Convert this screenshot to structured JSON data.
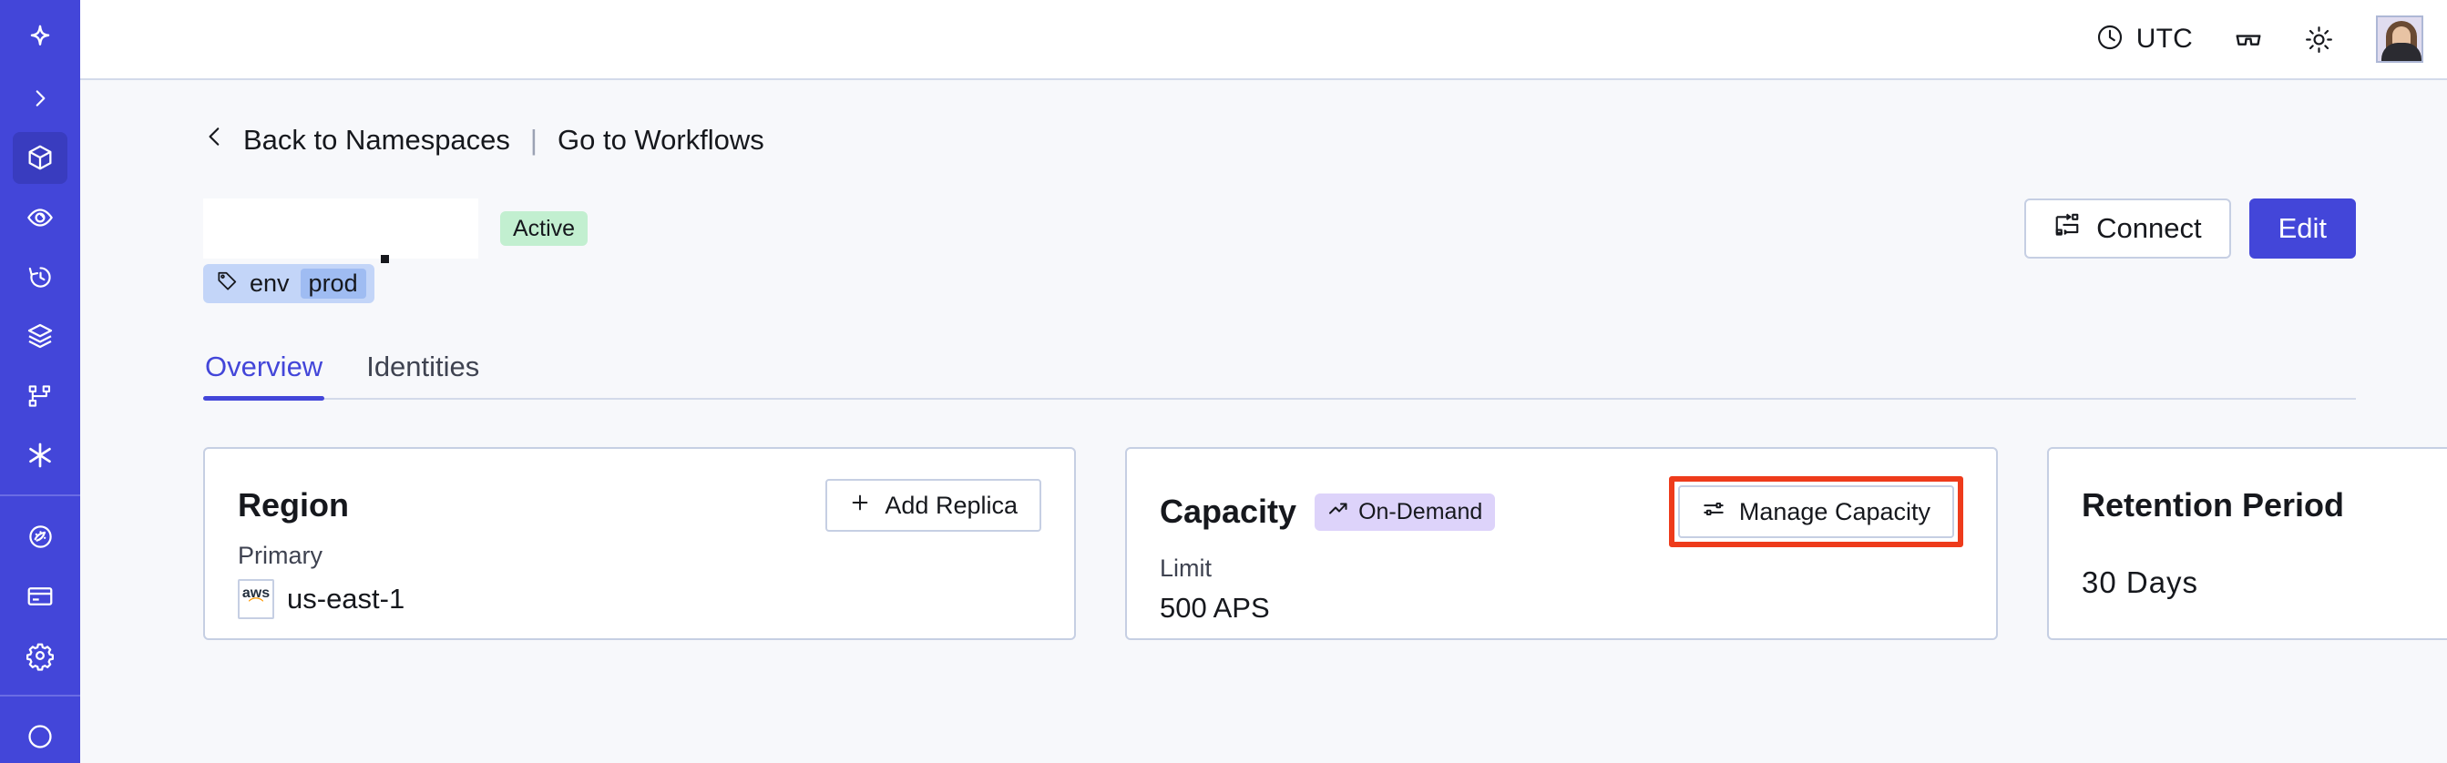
{
  "sidebar": {
    "logo_icon": "four-point-star-logo",
    "items": [
      {
        "name": "expand-rail",
        "icon": "chevron-right-icon",
        "active": false
      },
      {
        "name": "namespaces",
        "icon": "cube-icon",
        "active": true
      },
      {
        "name": "observability",
        "icon": "eye-icon",
        "active": false
      },
      {
        "name": "history",
        "icon": "clock-rewind-icon",
        "active": false
      },
      {
        "name": "layers",
        "icon": "layers-icon",
        "active": false
      },
      {
        "name": "workflows",
        "icon": "workflow-branch-icon",
        "active": false
      },
      {
        "name": "integrations",
        "icon": "asterisk-icon",
        "active": false
      },
      {
        "name": "usage",
        "icon": "gauge-icon",
        "active": false
      },
      {
        "name": "billing",
        "icon": "credit-card-icon",
        "active": false
      },
      {
        "name": "settings",
        "icon": "gear-icon",
        "active": false
      },
      {
        "name": "help",
        "icon": "help-circle-icon",
        "active": false
      }
    ]
  },
  "topbar": {
    "timezone_label": "UTC",
    "timezone_icon": "clock-icon",
    "reading_icon": "glasses-icon",
    "theme_icon": "sun-icon",
    "avatar_alt": "user-avatar"
  },
  "breadcrumb": {
    "back_icon": "chevron-left-icon",
    "back_label": "Back to Namespaces",
    "separator": "|",
    "forward_label": "Go to Workflows"
  },
  "header": {
    "namespace_title": "",
    "status_badge": "Active",
    "tag": {
      "icon": "tag-icon",
      "key": "env",
      "value": "prod"
    },
    "connect_label": "Connect",
    "connect_icon": "connect-nodes-icon",
    "edit_label": "Edit"
  },
  "tabs": [
    {
      "label": "Overview",
      "active": true
    },
    {
      "label": "Identities",
      "active": false
    }
  ],
  "cards": {
    "region": {
      "title": "Region",
      "action_label": "Add Replica",
      "action_icon": "plus-icon",
      "sub_label": "Primary",
      "provider_icon": "aws-logo-icon",
      "value": "us-east-1"
    },
    "capacity": {
      "title": "Capacity",
      "pill_label": "On-Demand",
      "pill_icon": "trending-up-icon",
      "action_label": "Manage Capacity",
      "action_icon": "sliders-icon",
      "sub_label": "Limit",
      "value": "500 APS",
      "highlight_color": "#EE3B1B"
    },
    "retention": {
      "title": "Retention Period",
      "value": "30 Days"
    }
  },
  "colors": {
    "brand": "#4346D9",
    "sidebar": "#4346D9",
    "sidebar_active": "#393CBF",
    "page_bg": "#F7F8FB",
    "card_border": "#C6CFE3",
    "status_green": "#C2EFD0",
    "tag_blue": "#C3D5F8",
    "tag_value_blue": "#9FBCF2",
    "pill_purple": "#DDD3FA",
    "annotation_red": "#EE3B1B"
  }
}
